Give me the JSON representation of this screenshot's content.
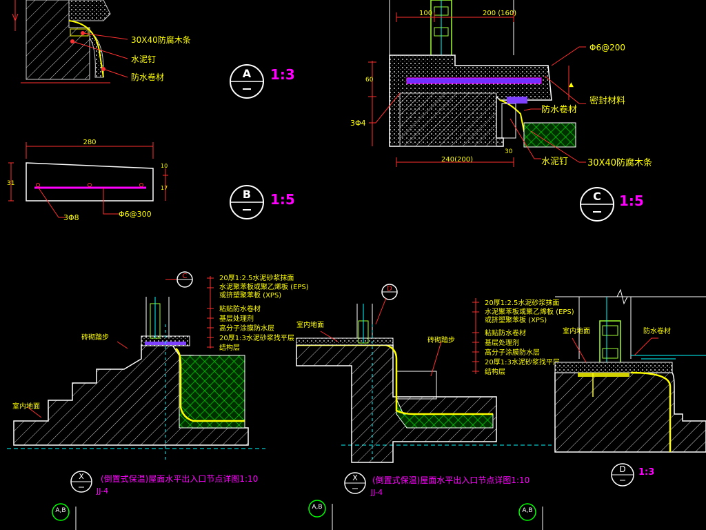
{
  "colors": {
    "background": "#000000",
    "white": "#ffffff",
    "yellow": "#ffff00",
    "magenta": "#ff00ff",
    "red": "#ff3030",
    "cyan": "#00ffff",
    "green": "#00cc00",
    "hatch": "#d8d8d8"
  },
  "labels": {
    "a_strip": "30X40防腐木条",
    "a_nail": "水泥钉",
    "a_membrane": "防水卷材",
    "b_width": "280",
    "b_height": "31",
    "b_right_top": "10",
    "b_right_bottom": "17",
    "b_rebar_left": "3Φ8",
    "b_rebar_right": "Φ6@300",
    "c_width_200": "200 (160)",
    "c_width_100": "100",
    "c_rebar": "Φ6@200",
    "c_sealant": "密封材料",
    "c_membrane": "防水卷材",
    "c_nail": "水泥钉",
    "c_strip": "30X40防腐木条",
    "c_left_rebar": "3Φ4",
    "c_bottom": "240(200)",
    "c_dim_left": "60",
    "c_dim_small": "30",
    "x1_layer1": "20厚1:2.5水泥砂浆抹面",
    "x1_layer2": "水泥聚苯板或聚乙烯板 (EPS)",
    "x1_layer3": "或挤塑聚苯板 (XPS)",
    "x1_layer4": "粘贴防水卷材",
    "x1_layer5": "基层处理剂",
    "x1_layer6": "高分子涂膜防水层",
    "x1_layer7": "20厚1:3水泥砂浆找平层",
    "x1_layer8": "结构层",
    "x1_step": "砖砌踏步",
    "x1_floor": "室内地面",
    "x2_floor": "室内地面",
    "x2_step": "砖砌踏步",
    "x2_layer1": "20厚1:2.5水泥砂浆抹面",
    "x2_layer2": "水泥聚苯板或聚乙烯板 (EPS)",
    "x2_layer3": "或挤塑聚苯板 (XPS)",
    "x2_layer4": "粘贴防水卷材",
    "x2_layer5": "基层处理剂",
    "x2_layer6": "高分子涂膜防水层",
    "x2_layer7": "20厚1:3水泥砂浆找平层",
    "x2_layer8": "结构层",
    "d_floor": "室内地面",
    "d_membrane": "防水卷材"
  },
  "callouts": {
    "a": {
      "letter": "A",
      "scale": "1:3"
    },
    "b": {
      "letter": "B",
      "scale": "1:5"
    },
    "c": {
      "letter": "C",
      "scale": "1:5"
    },
    "d": {
      "letter": "D",
      "scale": "1:3"
    },
    "c_small": "C",
    "d_small": "D",
    "x1": {
      "letter": "X",
      "sub": "JJ-4",
      "title": "(倒置式保温)屋面水平出入口节点详图1:10"
    },
    "x2": {
      "letter": "X",
      "sub": "JJ-4",
      "title": "(倒置式保温)屋面水平出入口节点详图1:10"
    },
    "grid_tags": [
      "A,B",
      "A,B",
      "A,B"
    ]
  }
}
